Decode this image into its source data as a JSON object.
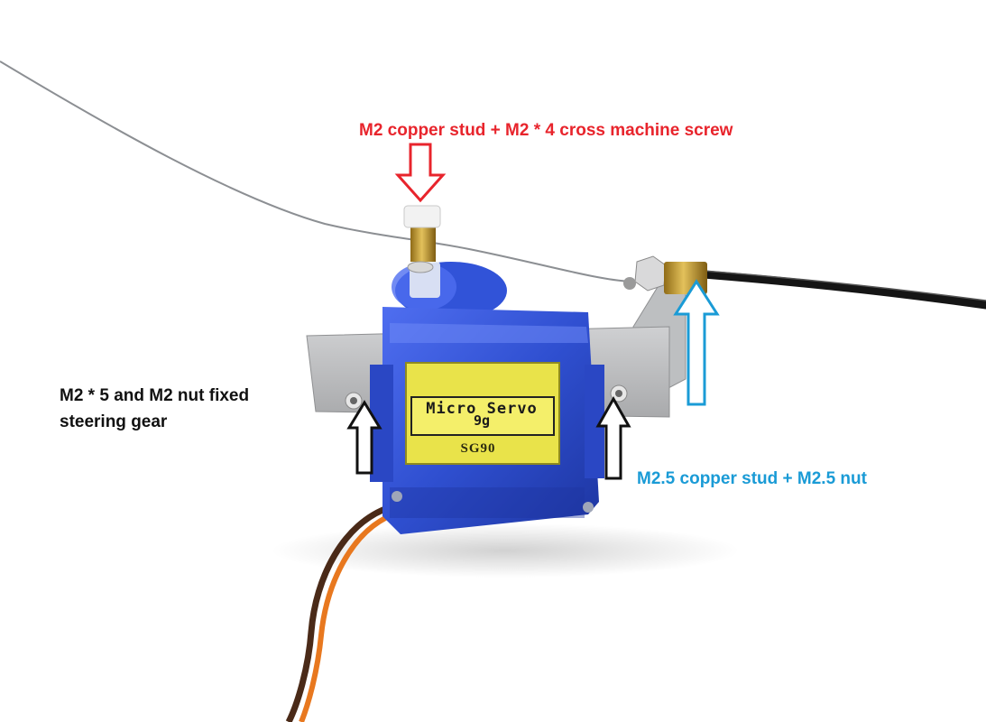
{
  "annotations": {
    "top": {
      "text": "M2 copper stud + M2 * 4 cross machine screw",
      "color": "#e8242c"
    },
    "right": {
      "text": "M2.5 copper stud + M2.5 nut",
      "color": "#1a9bd6"
    },
    "left": {
      "text": "M2 * 5 and M2 nut fixed steering gear",
      "color": "#111111"
    }
  },
  "servo_sticker": {
    "name": "Micro Servo",
    "weight": "9g",
    "model": "SG90"
  },
  "colors": {
    "servo_body": "#2f4fd0",
    "sticker": "#e9e34a",
    "bracket": "#b8b9bb",
    "brass": "#c9a23a",
    "arrow_red": "#e8242c",
    "arrow_blue": "#1a9bd6",
    "arrow_black": "#111111"
  }
}
